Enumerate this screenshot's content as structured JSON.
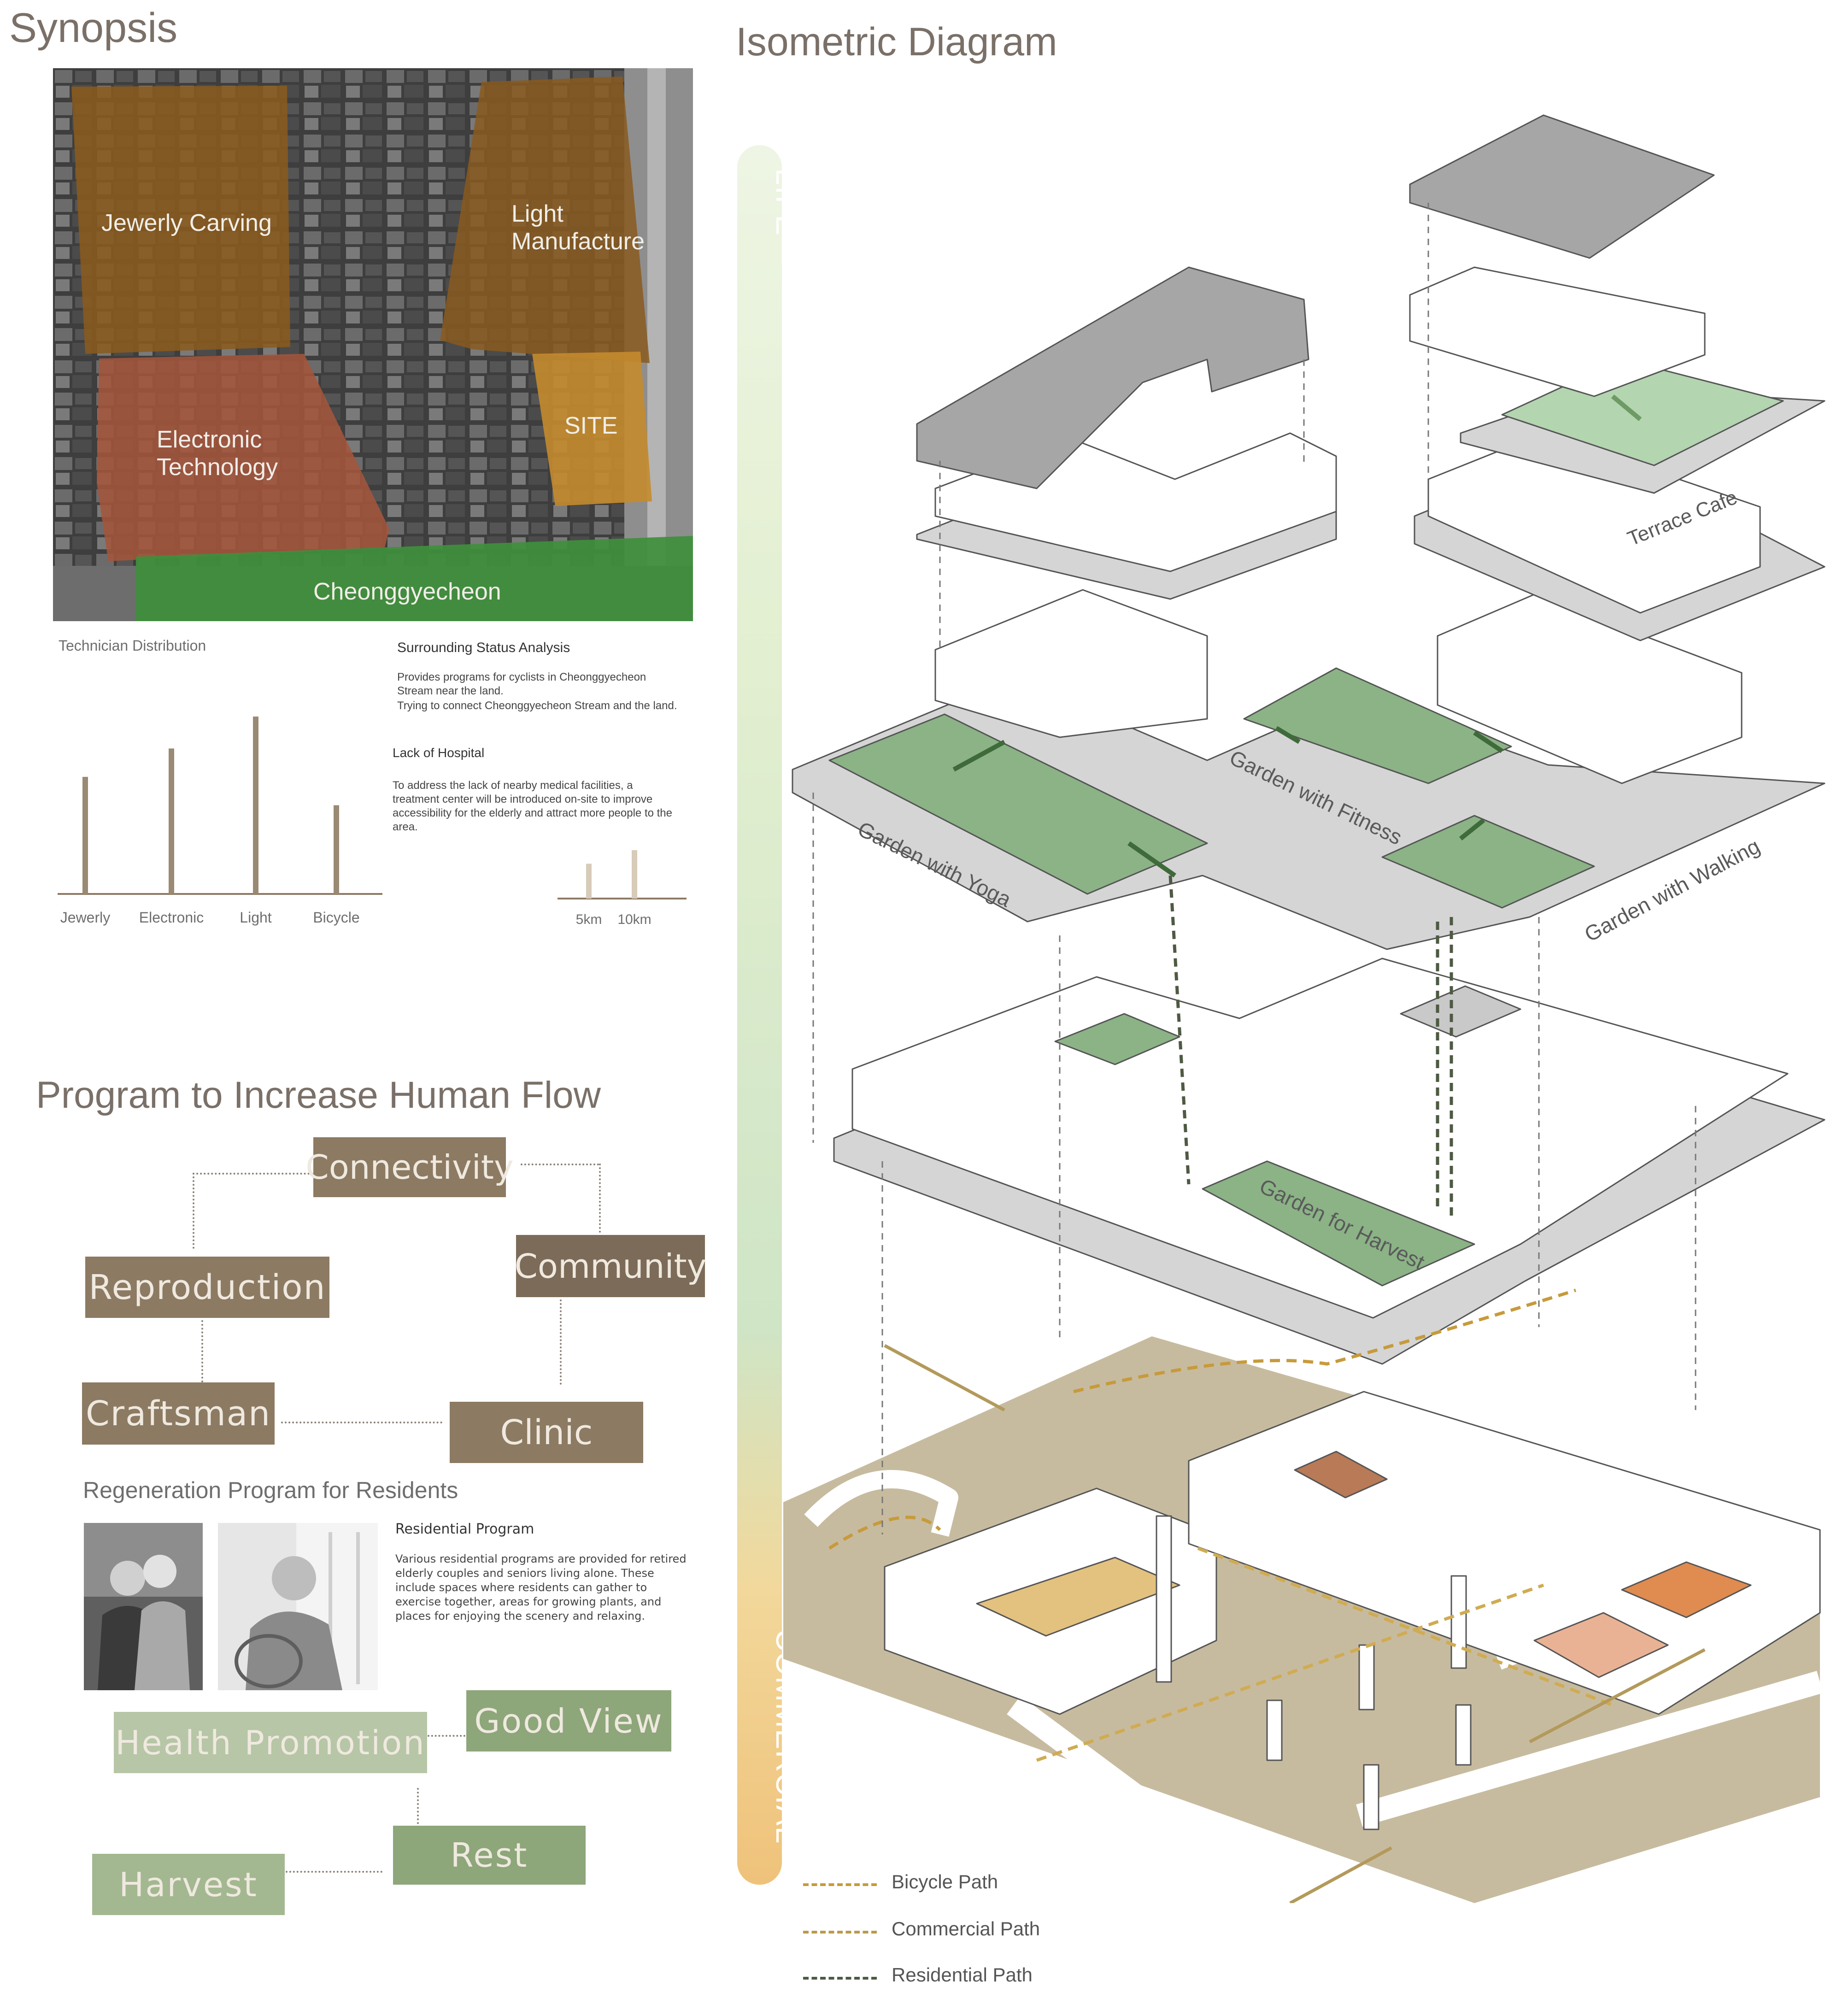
{
  "synopsis": {
    "title": "Synopsis",
    "zones": {
      "jewelry": "Jewerly Carving",
      "light_1": "Light",
      "light_2": "Manufacture",
      "electronic_1": "Electronic",
      "electronic_2": "Technology",
      "site": "SITE",
      "stream": "Cheonggyecheon"
    },
    "chart_title": "Technician Distribution",
    "chart_data": [
      {
        "type": "bar",
        "categories": [
          "Jewerly",
          "Electronic",
          "Light",
          "Bicycle"
        ],
        "values": [
          0.66,
          0.82,
          1.0,
          0.5
        ]
      },
      {
        "type": "bar",
        "categories": [
          "5km",
          "10km"
        ],
        "values": [
          0.72,
          1.0
        ]
      }
    ],
    "analysis": {
      "title": "Surrounding Status Analysis",
      "p1": "Provides programs for cyclists in Cheonggyecheon Stream near the land.",
      "p2": "Trying to connect Cheonggyecheon Stream and the land.",
      "hospital_title": "Lack of Hospital",
      "hospital_text": "To address the lack of nearby medical facilities, a treatment center will be introduced on-site to improve accessibility for the elderly and attract more people to the area."
    }
  },
  "program": {
    "title": "Program to Increase Human Flow",
    "connectivity": "Connectivity",
    "community": "Community",
    "reproduction": "Reproduction",
    "craftsman": "Craftsman",
    "clinic": "Clinic",
    "regen_title": "Regeneration Program for Residents",
    "residential_title": "Residential Program",
    "residential_text": "Various residential programs are provided for retired elderly couples and seniors living alone. These include spaces where residents can gather to exercise together, areas for growing plants, and places for enjoying the scenery and relaxing.",
    "health": "Health Promotion",
    "good_view": "Good View",
    "rest": "Rest",
    "harvest": "Harvest"
  },
  "isometric": {
    "title": "Isometric Diagram",
    "life": "LIFE",
    "commercial": "COMMERCIAL",
    "terrace_cafe": "Terrace Cafe",
    "garden_fitness": "Garden with Fitness",
    "garden_yoga": "Garden with Yoga",
    "garden_walking": "Garden with Walking",
    "garden_harvest": "Garden for Harvest"
  },
  "legend": {
    "bicycle": "Bicycle Path",
    "commercial": "Commercial Path",
    "residential": "Residential Path"
  },
  "colors": {
    "brown_box": "#8c7a63",
    "green_box": "#8da67a",
    "light_green_box": "#b6c6a6",
    "jewelry_zone": "#8a5a1e",
    "electronic_zone": "#a4553c",
    "site_zone": "#c48b2d",
    "stream_zone": "#3f8f3c",
    "garden": "#8bb386",
    "ground": "#c7bb9f",
    "bicycle_path": "#c79a3b",
    "commercial_path": "#b99b4a",
    "residential_path": "#4e5a43"
  }
}
